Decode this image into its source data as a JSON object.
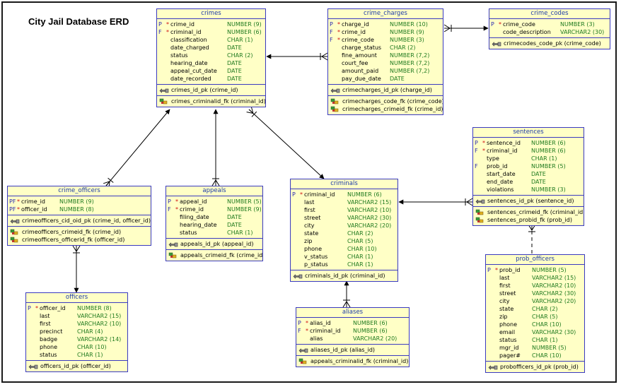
{
  "title": "City Jail Database ERD",
  "entities": [
    {
      "id": "crimes",
      "name": "crimes",
      "columns": [
        {
          "key": "P",
          "star": "*",
          "name": "crime_id",
          "type": "NUMBER (9)"
        },
        {
          "key": "F",
          "star": "*",
          "name": "criminal_id",
          "type": "NUMBER (6)"
        },
        {
          "key": "",
          "star": "",
          "name": "classification",
          "type": "CHAR (1)"
        },
        {
          "key": "",
          "star": "",
          "name": "date_charged",
          "type": "DATE"
        },
        {
          "key": "",
          "star": "",
          "name": "status",
          "type": "CHAR (2)"
        },
        {
          "key": "",
          "star": "",
          "name": "hearing_date",
          "type": "DATE"
        },
        {
          "key": "",
          "star": "",
          "name": "appeal_cut_date",
          "type": "DATE"
        },
        {
          "key": "",
          "star": "",
          "name": "date_recorded",
          "type": "DATE"
        }
      ],
      "pk": [
        "crimes_id_pk (crime_id)"
      ],
      "fk": [
        "crimes_criminalid_fk (criminal_id)"
      ]
    },
    {
      "id": "crime_charges",
      "name": "crime_charges",
      "columns": [
        {
          "key": "P",
          "star": "*",
          "name": "charge_id",
          "type": "NUMBER (10)"
        },
        {
          "key": "F",
          "star": "*",
          "name": "crime_id",
          "type": "NUMBER (9)"
        },
        {
          "key": "F",
          "star": "*",
          "name": "crime_code",
          "type": "NUMBER (3)"
        },
        {
          "key": "",
          "star": "",
          "name": "charge_status",
          "type": "CHAR (2)"
        },
        {
          "key": "",
          "star": "",
          "name": "fine_amount",
          "type": "NUMBER (7,2)"
        },
        {
          "key": "",
          "star": "",
          "name": "court_fee",
          "type": "NUMBER (7,2)"
        },
        {
          "key": "",
          "star": "",
          "name": "amount_paid",
          "type": "NUMBER (7,2)"
        },
        {
          "key": "",
          "star": "",
          "name": "pay_due_date",
          "type": "DATE"
        }
      ],
      "pk": [
        "crimecharges_id_pk (charge_id)"
      ],
      "fk": [
        "crimecharges_code_fk (crime_code)",
        "crimecharges_crimeid_fk (crime_id)"
      ]
    },
    {
      "id": "crime_codes",
      "name": "crime_codes",
      "columns": [
        {
          "key": "P",
          "star": "*",
          "name": "crime_code",
          "type": "NUMBER (3)"
        },
        {
          "key": "",
          "star": "",
          "name": "code_description",
          "type": "VARCHAR2 (30)"
        }
      ],
      "pk": [
        "crimecodes_code_pk (crime_code)"
      ],
      "fk": []
    },
    {
      "id": "sentences",
      "name": "sentences",
      "columns": [
        {
          "key": "P",
          "star": "*",
          "name": "sentence_id",
          "type": "NUMBER (6)"
        },
        {
          "key": "F",
          "star": "*",
          "name": "criminal_id",
          "type": "NUMBER (6)"
        },
        {
          "key": "",
          "star": "",
          "name": "type",
          "type": "CHAR (1)"
        },
        {
          "key": "F",
          "star": "",
          "name": "prob_id",
          "type": "NUMBER (5)"
        },
        {
          "key": "",
          "star": "",
          "name": "start_date",
          "type": "DATE"
        },
        {
          "key": "",
          "star": "",
          "name": "end_date",
          "type": "DATE"
        },
        {
          "key": "",
          "star": "",
          "name": "violations",
          "type": "NUMBER (3)"
        }
      ],
      "pk": [
        "sentences_id_pk (sentence_id)"
      ],
      "fk": [
        "sentences_crimeid_fk (criminal_id)",
        "sentences_probid_fk (prob_id)"
      ]
    },
    {
      "id": "crime_officers",
      "name": "crime_officers",
      "columns": [
        {
          "key": "PF",
          "star": "*",
          "name": "crime_id",
          "type": "NUMBER (9)"
        },
        {
          "key": "PF",
          "star": "*",
          "name": "officer_id",
          "type": "NUMBER (8)"
        }
      ],
      "pk": [
        "crimeofficers_cid_oid_pk (crime_id, officer_id)"
      ],
      "fk": [
        "crimeofficers_crimeid_fk (crime_id)",
        "crimeofficers_officerid_fk (officer_id)"
      ]
    },
    {
      "id": "appeals",
      "name": "appeals",
      "columns": [
        {
          "key": "P",
          "star": "*",
          "name": "appeal_id",
          "type": "NUMBER (5)"
        },
        {
          "key": "F",
          "star": "*",
          "name": "crime_id",
          "type": "NUMBER (9)"
        },
        {
          "key": "",
          "star": "",
          "name": "filing_date",
          "type": "DATE"
        },
        {
          "key": "",
          "star": "",
          "name": "hearing_date",
          "type": "DATE"
        },
        {
          "key": "",
          "star": "",
          "name": "status",
          "type": "CHAR (1)"
        }
      ],
      "pk": [
        "appeals_id_pk (appeal_id)"
      ],
      "fk": [
        "appeals_crimeid_fk (crime_id)"
      ]
    },
    {
      "id": "criminals",
      "name": "criminals",
      "columns": [
        {
          "key": "P",
          "star": "*",
          "name": "criminal_id",
          "type": "NUMBER (6)"
        },
        {
          "key": "",
          "star": "",
          "name": "last",
          "type": "VARCHAR2 (15)"
        },
        {
          "key": "",
          "star": "",
          "name": "first",
          "type": "VARCHAR2 (10)"
        },
        {
          "key": "",
          "star": "",
          "name": "street",
          "type": "VARCHAR2 (30)"
        },
        {
          "key": "",
          "star": "",
          "name": "city",
          "type": "VARCHAR2 (20)"
        },
        {
          "key": "",
          "star": "",
          "name": "state",
          "type": "CHAR (2)"
        },
        {
          "key": "",
          "star": "",
          "name": "zip",
          "type": "CHAR (5)"
        },
        {
          "key": "",
          "star": "",
          "name": "phone",
          "type": "CHAR (10)"
        },
        {
          "key": "",
          "star": "",
          "name": "v_status",
          "type": "CHAR (1)"
        },
        {
          "key": "",
          "star": "",
          "name": "p_status",
          "type": "CHAR (1)"
        }
      ],
      "pk": [
        "criminals_id_pk (criminal_id)"
      ],
      "fk": []
    },
    {
      "id": "officers",
      "name": "officers",
      "columns": [
        {
          "key": "P",
          "star": "*",
          "name": "officer_id",
          "type": "NUMBER (8)"
        },
        {
          "key": "",
          "star": "",
          "name": "last",
          "type": "VARCHAR2 (15)"
        },
        {
          "key": "",
          "star": "",
          "name": "first",
          "type": "VARCHAR2 (10)"
        },
        {
          "key": "",
          "star": "",
          "name": "precinct",
          "type": "CHAR (4)"
        },
        {
          "key": "",
          "star": "",
          "name": "badge",
          "type": "VARCHAR2 (14)"
        },
        {
          "key": "",
          "star": "",
          "name": "phone",
          "type": "CHAR (10)"
        },
        {
          "key": "",
          "star": "",
          "name": "status",
          "type": "CHAR (1)"
        }
      ],
      "pk": [
        "officers_id_pk (officer_id)"
      ],
      "fk": []
    },
    {
      "id": "aliases",
      "name": "aliases",
      "columns": [
        {
          "key": "P",
          "star": "*",
          "name": "alias_id",
          "type": "NUMBER (6)"
        },
        {
          "key": "F",
          "star": "*",
          "name": "criminal_id",
          "type": "NUMBER (6)"
        },
        {
          "key": "",
          "star": "",
          "name": "alias",
          "type": "VARCHAR2 (20)"
        }
      ],
      "pk": [
        "aliases_id_pk (alias_id)"
      ],
      "fk": [
        "appeals_criminalid_fk (criminal_id)"
      ]
    },
    {
      "id": "prob_officers",
      "name": "prob_officers",
      "columns": [
        {
          "key": "P",
          "star": "*",
          "name": "prob_id",
          "type": "NUMBER (5)"
        },
        {
          "key": "",
          "star": "",
          "name": "last",
          "type": "VARCHAR2 (15)"
        },
        {
          "key": "",
          "star": "",
          "name": "first",
          "type": "VARCHAR2 (10)"
        },
        {
          "key": "",
          "star": "",
          "name": "street",
          "type": "VARCHAR2 (30)"
        },
        {
          "key": "",
          "star": "",
          "name": "city",
          "type": "VARCHAR2 (20)"
        },
        {
          "key": "",
          "star": "",
          "name": "state",
          "type": "CHAR (2)"
        },
        {
          "key": "",
          "star": "",
          "name": "zip",
          "type": "CHAR (5)"
        },
        {
          "key": "",
          "star": "",
          "name": "phone",
          "type": "CHAR (10)"
        },
        {
          "key": "",
          "star": "",
          "name": "email",
          "type": "VARCHAR2 (30)"
        },
        {
          "key": "",
          "star": "",
          "name": "status",
          "type": "CHAR (1)"
        },
        {
          "key": "",
          "star": "",
          "name": "mgr_id",
          "type": "NUMBER (5)"
        },
        {
          "key": "",
          "star": "",
          "name": "pager#",
          "type": "CHAR (10)"
        }
      ],
      "pk": [
        "probofficers_id_pk (prob_id)"
      ],
      "fk": []
    }
  ],
  "relationships": [
    {
      "from": "crime_charges",
      "to": "crimes",
      "style": "solid"
    },
    {
      "from": "crime_charges",
      "to": "crime_codes",
      "style": "solid"
    },
    {
      "from": "crime_officers",
      "to": "crimes",
      "style": "solid"
    },
    {
      "from": "appeals",
      "to": "crimes",
      "style": "solid"
    },
    {
      "from": "crimes",
      "to": "criminals",
      "style": "solid"
    },
    {
      "from": "sentences",
      "to": "criminals",
      "style": "solid"
    },
    {
      "from": "crime_officers",
      "to": "officers",
      "style": "solid"
    },
    {
      "from": "aliases",
      "to": "criminals",
      "style": "solid"
    },
    {
      "from": "sentences",
      "to": "prob_officers",
      "style": "dashed"
    }
  ]
}
